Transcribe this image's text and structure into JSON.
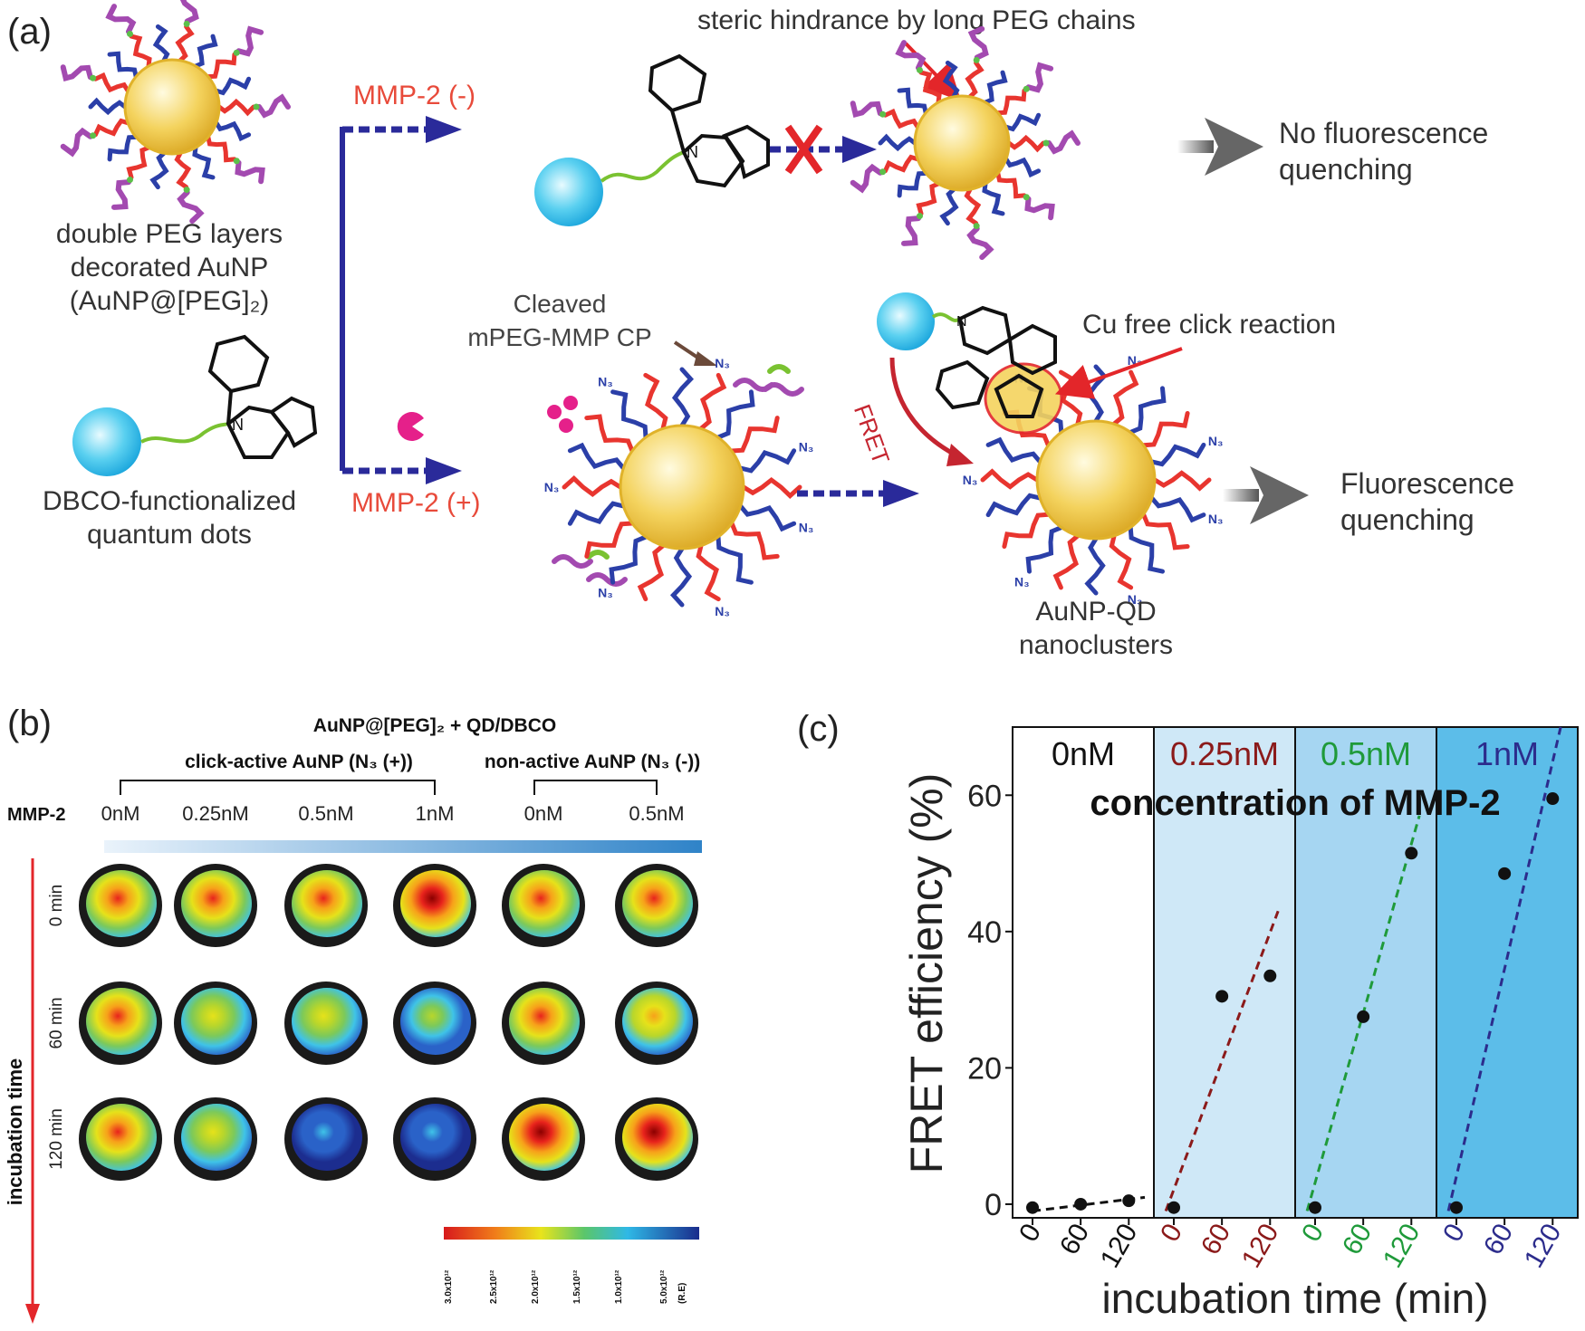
{
  "panel_a": {
    "label": "(a)",
    "mmp_minus": "MMP-2 (-)",
    "mmp_plus": "MMP-2 (+)",
    "steric": "steric hindrance by long PEG chains",
    "no_quench": [
      "No fluorescence",
      "quenching"
    ],
    "aunp_caption": [
      "double PEG layers",
      "decorated AuNP",
      "(AuNP@[PEG]₂)"
    ],
    "qd_caption": [
      "DBCO-functionalized",
      "quantum dots"
    ],
    "cleaved": [
      "Cleaved",
      "mPEG-MMP CP"
    ],
    "click": "Cu free click reaction",
    "fret": "FRET",
    "quench": [
      "Fluorescence",
      "quenching"
    ],
    "nanocluster": [
      "AuNP-QD",
      "nanoclusters"
    ],
    "n3": "N₃"
  },
  "panel_b": {
    "label": "(b)",
    "header": "AuNP@[PEG]₂ + QD/DBCO",
    "group_active": "click-active AuNP (N₃ (+))",
    "group_inactive": "non-active AuNP (N₃ (-))",
    "mmp_label": "MMP-2",
    "columns": [
      "0nM",
      "0.25nM",
      "0.5nM",
      "1nM",
      "0nM",
      "0.5nM"
    ],
    "rows": [
      "0 min",
      "60 min",
      "120 min"
    ],
    "axis_label": "incubation time",
    "scale_ticks": [
      "3.0x10¹²",
      "2.5x10¹²",
      "2.0x10¹²",
      "1.5x10¹²",
      "1.0x10¹²",
      "5.0x10¹²",
      "(R.E)"
    ],
    "colors": {
      "dark_red": "#8b0000",
      "red": "#e8231c",
      "orange": "#f7a11a",
      "yellow": "#e6e21a",
      "green_yellow": "#b8d62b",
      "green": "#7cc95a",
      "cyan": "#3fc3e8",
      "blue": "#2a62c8",
      "dark_blue": "#1c2d8f"
    },
    "wells": [
      [
        "red",
        "red",
        "red",
        "dark_red",
        "red",
        "red"
      ],
      [
        "red",
        "yellow",
        "yellow",
        "green",
        "red",
        "orange"
      ],
      [
        "red",
        "yellow",
        "cyan",
        "cyan",
        "dark_red",
        "dark_red"
      ]
    ]
  },
  "panel_c": {
    "label": "(c)",
    "chart_data": {
      "type": "scatter",
      "ylabel": "FRET efficiency (%)",
      "xlabel": "incubation time (min)",
      "annotation": "concentration of MMP-2",
      "ylim": [
        0,
        70
      ],
      "yticks": [
        "0",
        "20",
        "40",
        "60"
      ],
      "panels": [
        {
          "name": "0nM",
          "color": "#111111",
          "bg": "#ffffff",
          "x": [
            0,
            60,
            120
          ],
          "y": [
            -0.5,
            0,
            0.5
          ],
          "fit": [
            [
              0,
              -1
            ],
            [
              140,
              1
            ]
          ]
        },
        {
          "name": "0.25nM",
          "color": "#8b1a1a",
          "bg": "#cfe8f7",
          "x": [
            0,
            60,
            120
          ],
          "y": [
            -0.5,
            30.5,
            33.5
          ],
          "fit": [
            [
              -10,
              -1
            ],
            [
              130,
              43
            ]
          ]
        },
        {
          "name": "0.5nM",
          "color": "#1f9a3a",
          "bg": "#a6d6f2",
          "x": [
            0,
            60,
            120
          ],
          "y": [
            -0.5,
            27.5,
            51.5
          ],
          "fit": [
            [
              -10,
              -1
            ],
            [
              130,
              57
            ]
          ]
        },
        {
          "name": "1nM",
          "color": "#2c2c8c",
          "bg": "#5cbde9",
          "x": [
            0,
            60,
            120
          ],
          "y": [
            -0.5,
            48.5,
            59.5
          ],
          "fit": [
            [
              -10,
              -1
            ],
            [
              130,
              70
            ]
          ]
        }
      ],
      "xticks": [
        "0",
        "60",
        "120"
      ]
    }
  }
}
